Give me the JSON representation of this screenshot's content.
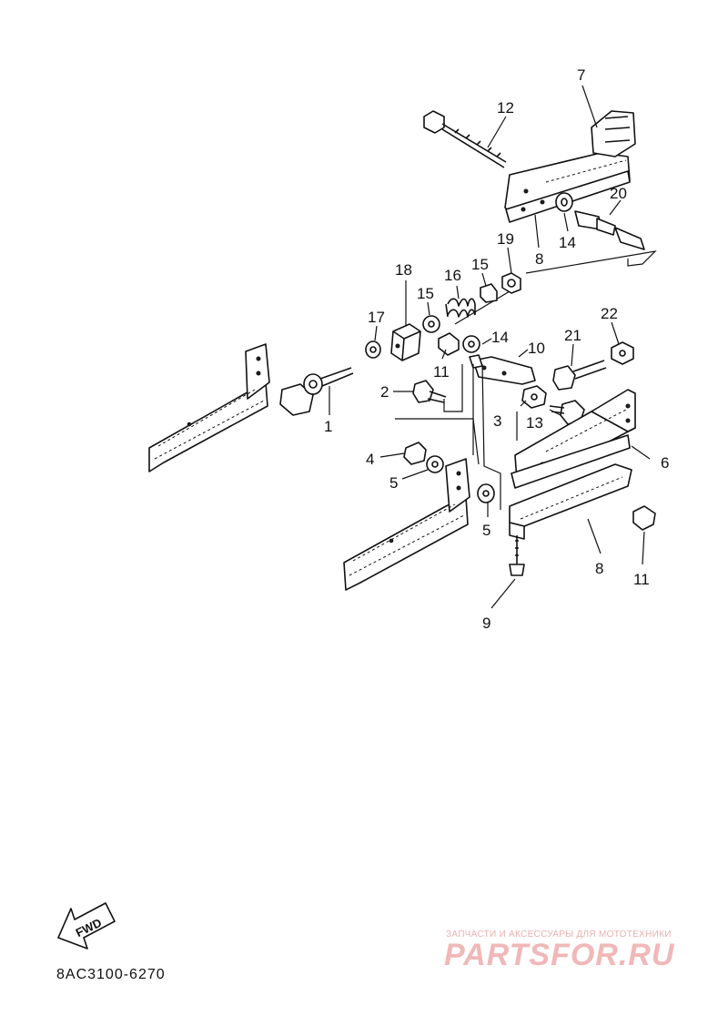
{
  "callouts": [
    {
      "id": "7",
      "label": "7"
    },
    {
      "id": "12",
      "label": "12"
    },
    {
      "id": "20",
      "label": "20"
    },
    {
      "id": "14a",
      "label": "14"
    },
    {
      "id": "8a",
      "label": "8"
    },
    {
      "id": "19",
      "label": "19"
    },
    {
      "id": "15a",
      "label": "15"
    },
    {
      "id": "16",
      "label": "16"
    },
    {
      "id": "18",
      "label": "18"
    },
    {
      "id": "15b",
      "label": "15"
    },
    {
      "id": "17",
      "label": "17"
    },
    {
      "id": "14b",
      "label": "14"
    },
    {
      "id": "10",
      "label": "10"
    },
    {
      "id": "22",
      "label": "22"
    },
    {
      "id": "21",
      "label": "21"
    },
    {
      "id": "11a",
      "label": "11"
    },
    {
      "id": "2",
      "label": "2"
    },
    {
      "id": "1",
      "label": "1"
    },
    {
      "id": "3",
      "label": "3"
    },
    {
      "id": "13",
      "label": "13"
    },
    {
      "id": "6",
      "label": "6"
    },
    {
      "id": "4",
      "label": "4"
    },
    {
      "id": "5a",
      "label": "5"
    },
    {
      "id": "5b",
      "label": "5"
    },
    {
      "id": "8b",
      "label": "8"
    },
    {
      "id": "11b",
      "label": "11"
    },
    {
      "id": "9",
      "label": "9"
    }
  ],
  "fwd_label": "FWD",
  "catalog_code": "8AC3100-6270",
  "watermark": {
    "caption": "ЗАПЧАСТИ И АКСЕССУАРЫ ДЛЯ МОТОТЕХНИКИ",
    "logo": "PARTSFOR.RU"
  }
}
